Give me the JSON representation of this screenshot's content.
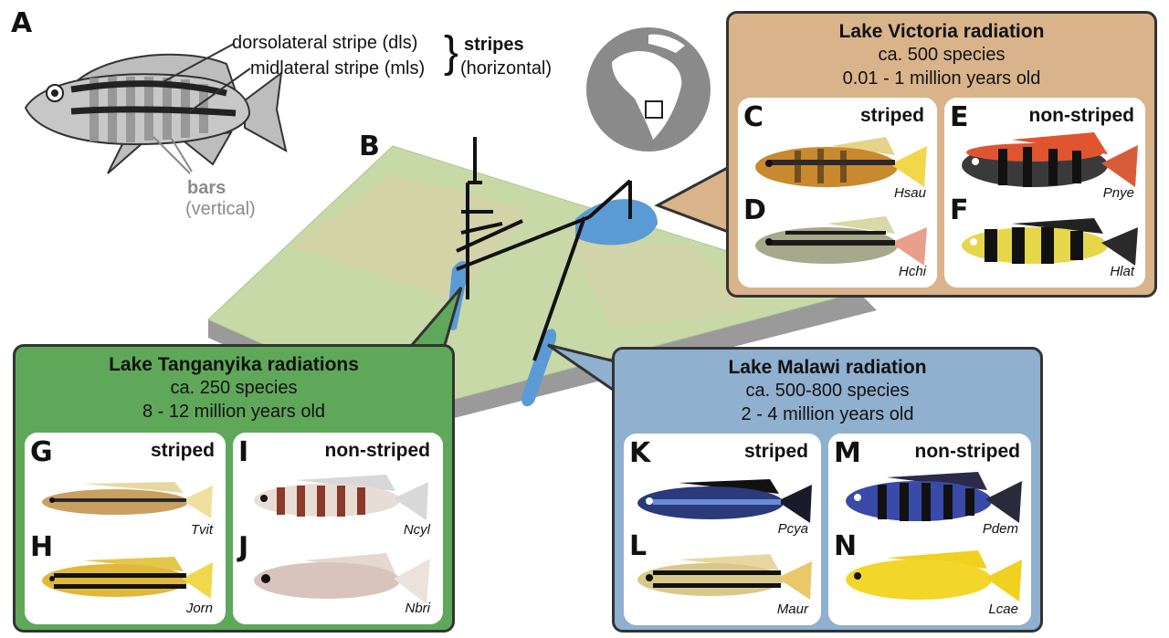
{
  "panelA": {
    "letter": "A",
    "dls_label": "dorsolateral stripe (dls)",
    "mls_label": "midlateral stripe (mls)",
    "stripes_label": "stripes",
    "stripes_sub": "(horizontal)",
    "bars_label": "bars",
    "bars_sub": "(vertical)"
  },
  "panelB": {
    "letter": "B"
  },
  "victoria": {
    "title": "Lake Victoria radiation",
    "species": "ca. 500 species",
    "age": "0.01 - 1 million years old",
    "striped_label": "striped",
    "nonstriped_label": "non-striped",
    "fish": [
      {
        "letter": "C",
        "name": "Hsau"
      },
      {
        "letter": "D",
        "name": "Hchi"
      },
      {
        "letter": "E",
        "name": "Pnye"
      },
      {
        "letter": "F",
        "name": "Hlat"
      }
    ]
  },
  "tanganyika": {
    "title": "Lake Tanganyika radiations",
    "species": "ca. 250 species",
    "age": "8 - 12 million years old",
    "striped_label": "striped",
    "nonstriped_label": "non-striped",
    "fish": [
      {
        "letter": "G",
        "name": "Tvit"
      },
      {
        "letter": "H",
        "name": "Jorn"
      },
      {
        "letter": "I",
        "name": "Ncyl"
      },
      {
        "letter": "J",
        "name": "Nbri"
      }
    ]
  },
  "malawi": {
    "title": "Lake Malawi radiation",
    "species": "ca. 500-800 species",
    "age": "2 - 4 million years old",
    "striped_label": "striped",
    "nonstriped_label": "non-striped",
    "fish": [
      {
        "letter": "K",
        "name": "Pcya"
      },
      {
        "letter": "L",
        "name": "Maur"
      },
      {
        "letter": "M",
        "name": "Pdem"
      },
      {
        "letter": "N",
        "name": "Lcae"
      }
    ]
  },
  "colors": {
    "victoria_bg": "#d9b48a",
    "tanganyika_bg": "#5fa85a",
    "malawi_bg": "#8fb0cf",
    "map_land": "#c8d9a8",
    "lake": "#5b9bd5"
  }
}
